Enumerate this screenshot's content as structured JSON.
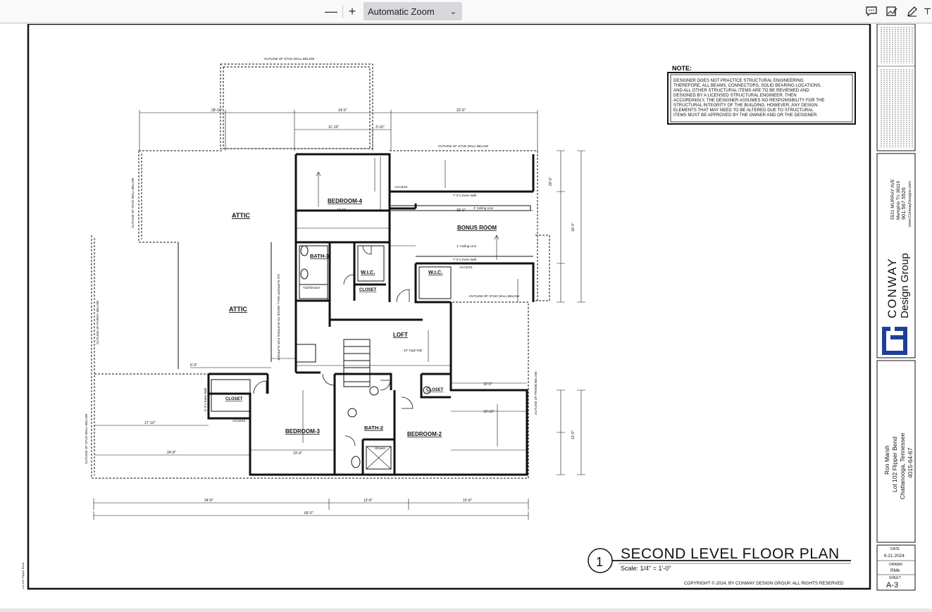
{
  "toolbar": {
    "zoom_out": "—",
    "zoom_in": "+",
    "zoom_value": "Automatic Zoom",
    "zoom_chevron": "⌄"
  },
  "drawing": {
    "title": "SECOND LEVEL FLOOR PLAN",
    "scale": "Scale: 1/4\" = 1'-0\"",
    "view_number": "1",
    "copyright": "COPYRIGHT © 2024, BY CONWAY DESIGN GROUP, ALL RIGHTS RESERVED",
    "file_ref": "Lot 102 Flipper Bend",
    "note_heading": "NOTE:",
    "note_lines": [
      "DESIGNER DOES NOT PRACTICE STRUCTURAL ENGINEERING.",
      "THEREFORE, ALL BEAMS, CONNECTORS, SOLID BEARING LOCATIONS,",
      "AND ALL OTHER STRUCTURAL ITEMS ARE TO BE REVIEWED AND",
      "DESIGNED BY A LICENSED STRUCTURAL ENGINEER. THEN",
      "ACCORDINGLY, THE DESIGNER ASSUMES NO RESPONSIBILITY FOR THE",
      "STRUCTURAL INTEGRITY OF THE BUILDING. HOWEVER, ANY DESIGN",
      "ELEMENTS THAT MAY NEED TO BE ALTERED DUE TO STRUCTURAL",
      "ITEMS MUST BE APPROVED BY THE OWNER AND OR THE DESIGNER."
    ],
    "rooms": {
      "bedroom4": "BEDROOM-4",
      "bonus": "BONUS ROOM",
      "attic_upper": "ATTIC",
      "attic_lower": "ATTIC",
      "bath3": "BATH-3",
      "wic1": "W.I.C.",
      "wic2": "W.I.C.",
      "closet1": "CLOSET",
      "closet2": "CLOSET",
      "closet3": "CLOSET",
      "loft": "LOFT",
      "bedroom3": "BEDROOM-3",
      "bath2": "BATH-2",
      "bedroom2": "BEDROOM-2",
      "tub_shower": "Tub/Shower",
      "shower": "Shower",
      "access1": "ACCESS",
      "access2": "ACCESS",
      "access3": "ACCESS"
    },
    "labels": {
      "stud_top": "OUTLINE OF STUD WALL BELOW",
      "stud_right_top": "OUTLINE OF STUD WALL BELOW",
      "stud_left": "OUTLINE OF STUD WALL BELOW",
      "porch": "OUTLINE OF PORCH BELOW",
      "stud_bonus": "OUTLINE OF STUD WALL BELOW",
      "stud_lower_left": "OUTLINE OF STUD WALL BELOW",
      "frame_below": "OUTLINE OF FRAME BELOW",
      "knee1": "7'-2\"± Knee Wall",
      "knee2": "7'-2\"± Knee Wall",
      "knee3": "5'-2\"± Knee Wall",
      "ceiling1": "4' Ceiling Line",
      "ceiling2": "4' Ceiling Line",
      "support": "2x4 SUPPORT WALL ABOVE TO RAFTERS FOR SUPPORT",
      "rail": "42\" High Rail"
    },
    "dims": {
      "d1": "28'-10\"",
      "d2": "14'-6\"",
      "d3": "22'-6\"",
      "d4": "11'-10\"",
      "d5": "3'-10\"",
      "d6": "14'-0\"",
      "d7": "22'-0\"",
      "d8": "20'-6\"",
      "d9": "17'-10\"",
      "d10": "24'-8\"",
      "d11": "10'-10\"",
      "d12": "34'-8\"",
      "d13": "12'-8\"",
      "d14": "15'-8\"",
      "d15": "66'-0\"",
      "d16": "13'-4\"",
      "d17": "12'-6\"",
      "d18": "16'-4\"",
      "d19": "5'-0\"",
      "d20": "10'-0\""
    }
  },
  "title_block": {
    "address_line1": "5521 MURRAY AVE",
    "address_line2": "Memphis Tn 38119",
    "phone": "901.567.5526",
    "web": "www.ConwayDesigns.com",
    "firm_line1": "CONWAY",
    "firm_line2": "Design Group",
    "client": "Ron Marsh",
    "lot": "Lot 102 Flipper Bend",
    "city": "Chattanooga, Tennessee",
    "job": "4015-64-67",
    "date_label": "DATE",
    "date_value": "6.21.2024",
    "drawn_label": "DRAWN",
    "drawn_value": "RMk",
    "sheet_label": "SHEET",
    "sheet_value": "A-3"
  },
  "colors": {
    "ink": "#111111",
    "toolbar_bg": "#f9f9fa",
    "zoom_bg": "#d8d8dc"
  }
}
